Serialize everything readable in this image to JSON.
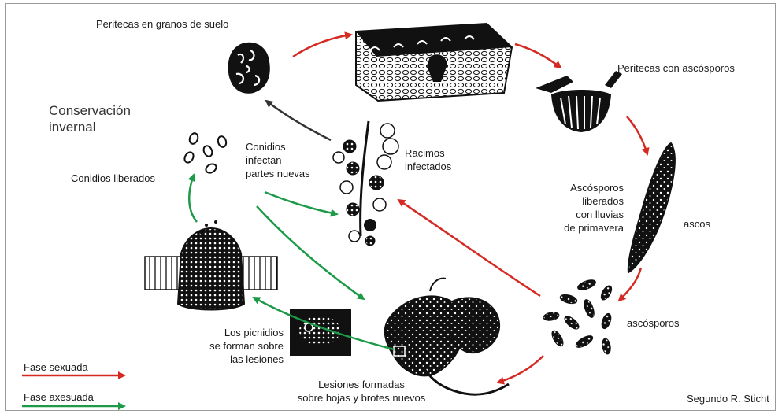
{
  "labels": {
    "peritecas_suelo": "Peritecas en granos de suelo",
    "peritecas_ascosporos": "Peritecas con ascósporos",
    "conservacion_1": "Conservación",
    "conservacion_2": "invernal",
    "conidios_liberados": "Conidios liberados",
    "conidios_infectan_1": "Conidios",
    "conidios_infectan_2": "infectan",
    "conidios_infectan_3": "partes nuevas",
    "racimos_1": "Racimos",
    "racimos_2": "infectados",
    "ascosporos_liberados_1": "Ascósporos",
    "ascosporos_liberados_2": "liberados",
    "ascosporos_liberados_3": "con lluvias",
    "ascosporos_liberados_4": "de primavera",
    "ascos": "ascos",
    "ascosporos": "ascósporos",
    "picnidios_1": "Los picnidios",
    "picnidios_2": "se forman sobre",
    "picnidios_3": "las lesiones",
    "lesiones_1": "Lesiones formadas",
    "lesiones_2": "sobre hojas y brotes nuevos",
    "credit": "Segundo R. Sticht"
  },
  "legend": {
    "sexual_label": "Fase sexuada",
    "sexual_color": "#d42a23",
    "asexual_label": "Fase axesuada",
    "asexual_color": "#1c9a47"
  },
  "colors": {
    "sexual_arrow": "#d42a23",
    "asexual_arrow": "#1c9a47",
    "neutral_arrow": "#333333"
  }
}
